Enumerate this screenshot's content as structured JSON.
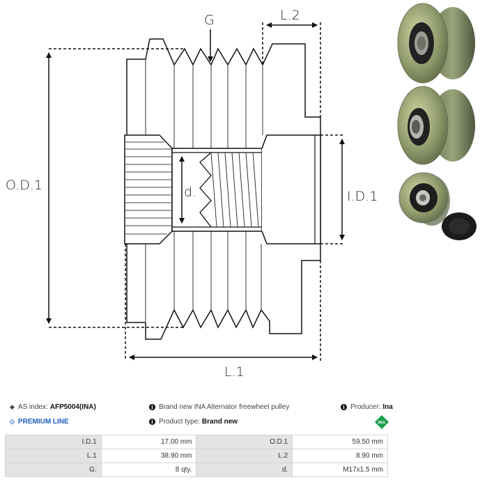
{
  "diagram": {
    "labels": {
      "od1": "O.D.1",
      "id1": "I.D.1",
      "d": "d.",
      "l1": "L.1",
      "l2": "L.2",
      "g": "G"
    }
  },
  "photos": [
    {
      "name": "pulley-front-view"
    },
    {
      "name": "pulley-rear-view"
    },
    {
      "name": "pulley-small-view"
    },
    {
      "name": "pulley-cap"
    }
  ],
  "info": {
    "as_index_label": "AS index:",
    "as_index_value": "AFP5004(INA)",
    "description": "Brand new INA Alternator freewheel pulley",
    "producer_label": "Producer:",
    "producer_value": "Ina",
    "premium_line": "PREMIUM LINE",
    "product_type_label": "Product type:",
    "product_type_value": "Brand new",
    "brand_logo": "INA",
    "colors": {
      "premium": "#1f5fbf",
      "ina_green": "#1a9e4a"
    }
  },
  "specs": [
    {
      "label1": "I.D.1",
      "value1": "17.00 mm",
      "label2": "O.D.1",
      "value2": "59.50 mm"
    },
    {
      "label1": "L.1",
      "value1": "38.90 mm",
      "label2": "L.2",
      "value2": "8.90 mm"
    },
    {
      "label1": "G.",
      "value1": "8 qty.",
      "label2": "d.",
      "value2": "M17x1.5 mm"
    }
  ]
}
